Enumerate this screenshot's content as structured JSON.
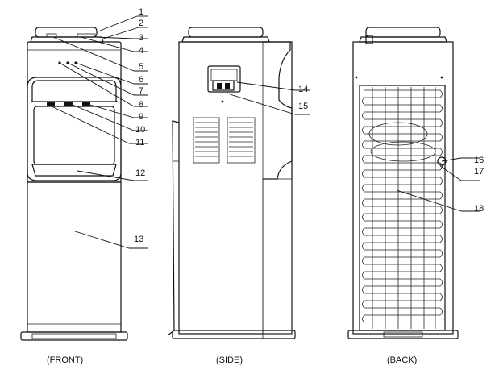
{
  "views": {
    "front": "(FRONT)",
    "side": "(SIDE)",
    "back": "(BACK)"
  },
  "callouts": [
    "1",
    "2",
    "3",
    "4",
    "5",
    "6",
    "7",
    "8",
    "9",
    "10",
    "11",
    "12",
    "13",
    "14",
    "15",
    "16",
    "17",
    "18"
  ]
}
